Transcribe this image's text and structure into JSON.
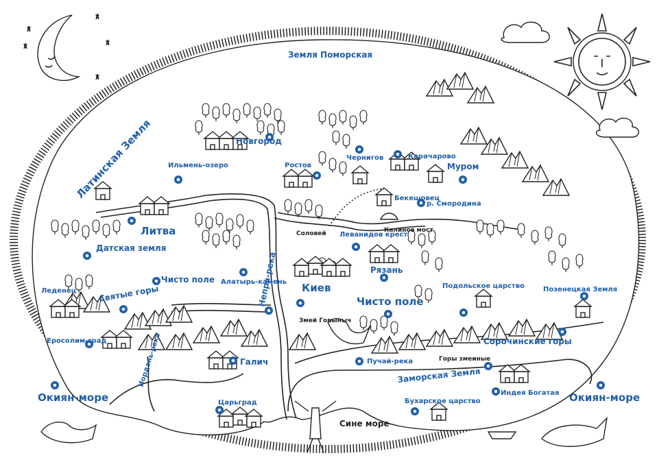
{
  "map": {
    "regions": {
      "zemlya_pomorskaya": "Земля Поморская",
      "latinskaya_zemlya": "Латинская Земля",
      "litva": "Литва",
      "datskaya_zemlya": "Датская земля",
      "chisto_pole_west": "Чисто поле",
      "svyatye_gory": "Святые горы",
      "chisto_pole_center": "Чисто поле",
      "podolskoe_tsarstvo": "Подольское царство",
      "pozenetskaya_zemlya": "Позенецкая Земля",
      "sorochinskie_gory": "Сорочинские горы",
      "zamorskaya_zemlya": "Заморская Земля",
      "india": "Индея Богатая",
      "buharskoe": "Бухарское царство",
      "gory_zmeinye": "Горы змеиные"
    },
    "cities": {
      "novgorod": "Новгород",
      "rostov": "Ростов",
      "chernigov": "Чернигов",
      "karachaevo": "Карачарово",
      "murom": "Муром",
      "bekeshovets": "Бекешовец",
      "smorodina": "р. Смородина",
      "kiev": "Киев",
      "ryazan": "Рязань",
      "galich": "Галич",
      "tsargrad": "Царьград",
      "ierusalim": "Еросолим-град",
      "ledenets": "Леденец"
    },
    "features": {
      "ilmen": "Ильмень-озеро",
      "latyr": "Алатырь-камень",
      "nepra": "Непра-река",
      "zmei": "Змей Горыныч",
      "puchai": "Пучай-река",
      "iordan": "Иордань-река",
      "solovei": "Соловей",
      "levanidov": "Леванидов крест",
      "kalinov": "Калинов мост"
    },
    "seas": {
      "okiyan_west": "Окиян-море",
      "okiyan_east": "Окиян-море",
      "sine_more": "Сине море"
    }
  },
  "colors": {
    "label": "#1f5fa8",
    "ink": "#222222",
    "paper": "#ffffff"
  }
}
